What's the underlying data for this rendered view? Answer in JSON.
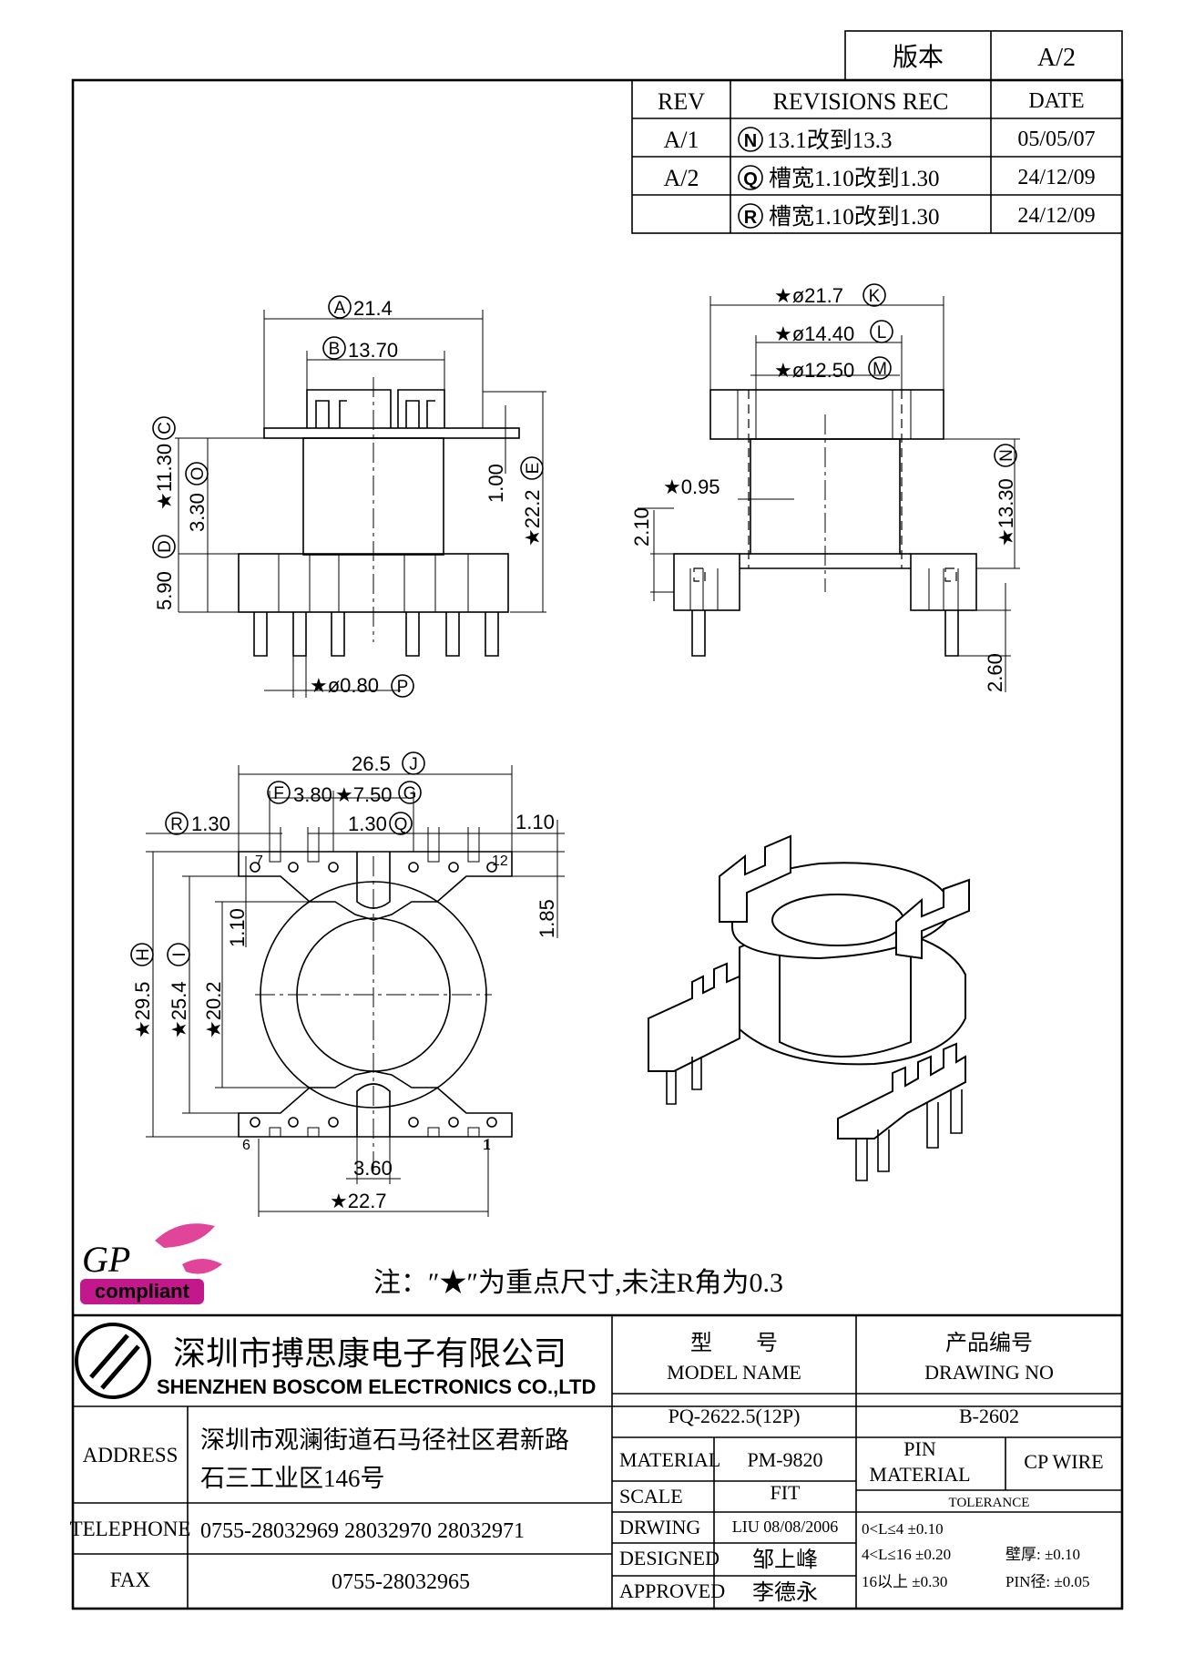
{
  "version_box": {
    "label": "版本",
    "value": "A/2"
  },
  "revisions": {
    "headers": [
      "REV",
      "REVISIONS REC",
      "DATE"
    ],
    "rows": [
      {
        "rev": "A/1",
        "mark": "N",
        "text": "13.1改到13.3",
        "date": "05/05/07"
      },
      {
        "rev": "A/2",
        "mark": "Q",
        "text": "槽宽1.10改到1.30",
        "date": "24/12/09"
      },
      {
        "rev": "",
        "mark": "R",
        "text": "槽宽1.10改到1.30",
        "date": "24/12/09"
      }
    ]
  },
  "front_view": {
    "dims": [
      {
        "mark": "A",
        "value": "21.4"
      },
      {
        "mark": "B",
        "value": "13.70"
      },
      {
        "mark": "C",
        "value": "★11.30"
      },
      {
        "mark": "O",
        "value": "3.30"
      },
      {
        "mark": "",
        "value": "1.00"
      },
      {
        "mark": "E",
        "value": "★22.2"
      },
      {
        "mark": "D",
        "value": "5.90"
      },
      {
        "mark": "P",
        "value": "★ø0.80"
      }
    ]
  },
  "side_view": {
    "dims": [
      {
        "mark": "K",
        "value": "★ø21.7"
      },
      {
        "mark": "L",
        "value": "★ø14.40"
      },
      {
        "mark": "M",
        "value": "★ø12.50"
      },
      {
        "mark": "N",
        "value": "★13.30"
      },
      {
        "mark": "",
        "value": "★0.95"
      },
      {
        "mark": "",
        "value": "2.10"
      },
      {
        "mark": "",
        "value": "2.60"
      }
    ]
  },
  "bottom_view": {
    "dims": [
      {
        "mark": "J",
        "value": "26.5"
      },
      {
        "mark": "F",
        "value": "3.80"
      },
      {
        "mark": "G",
        "value": "★7.50"
      },
      {
        "mark": "R",
        "value": "1.30"
      },
      {
        "mark": "Q",
        "value": "1.30"
      },
      {
        "mark": "",
        "value": "1.10"
      },
      {
        "mark": "",
        "value": "1.85"
      },
      {
        "mark": "",
        "value": "1.10"
      },
      {
        "mark": "H",
        "value": "★29.5"
      },
      {
        "mark": "I",
        "value": "★25.4"
      },
      {
        "mark": "",
        "value": "★20.2"
      },
      {
        "mark": "",
        "value": "3.60"
      },
      {
        "mark": "",
        "value": "★22.7"
      }
    ],
    "pin_labels": [
      "7",
      "12",
      "6",
      "1"
    ]
  },
  "logo": {
    "gp": "GP",
    "text": "compliant",
    "leaf_color": "#e0459a",
    "text_color": "#c2188c"
  },
  "note": "注：″★″为重点尺寸,未注R角为0.3",
  "company": {
    "cn": "深圳市搏思康电子有限公司",
    "en": "SHENZHEN BOSCOM ELECTRONICS CO.,LTD"
  },
  "address": {
    "label": "ADDRESS",
    "line1": "深圳市观澜街道石马径社区君新路",
    "line2": "石三工业区146号"
  },
  "telephone": {
    "label": "TELEPHONE",
    "value": "0755-28032969 28032970 28032971"
  },
  "fax": {
    "label": "FAX",
    "value": "0755-28032965"
  },
  "model": {
    "cn": "型　　号",
    "en": "MODEL NAME",
    "value": "PQ-2622.5(12P)"
  },
  "drawing_no": {
    "cn": "产品编号",
    "en": "DRAWING NO",
    "value": "B-2602"
  },
  "material": {
    "label": "MATERIAL",
    "value": "PM-9820"
  },
  "scale": {
    "label": "SCALE",
    "value": "FIT"
  },
  "drwing": {
    "label": "DRWING",
    "value": "LIU 08/08/2006"
  },
  "designed": {
    "label": "DESIGNED",
    "value": "邹上峰"
  },
  "approved": {
    "label": "APPROVED",
    "value": "李德永"
  },
  "pin_material": {
    "label1": "PIN",
    "label2": "MATERIAL",
    "value": "CP WIRE"
  },
  "tolerance": {
    "title": "TOLERANCE",
    "r1": "0<L≤4 ±0.10",
    "r2": "4<L≤16 ±0.20",
    "r3": "16以上 ±0.30",
    "wall": "壁厚: ±0.10",
    "pin": "PIN径: ±0.05"
  }
}
